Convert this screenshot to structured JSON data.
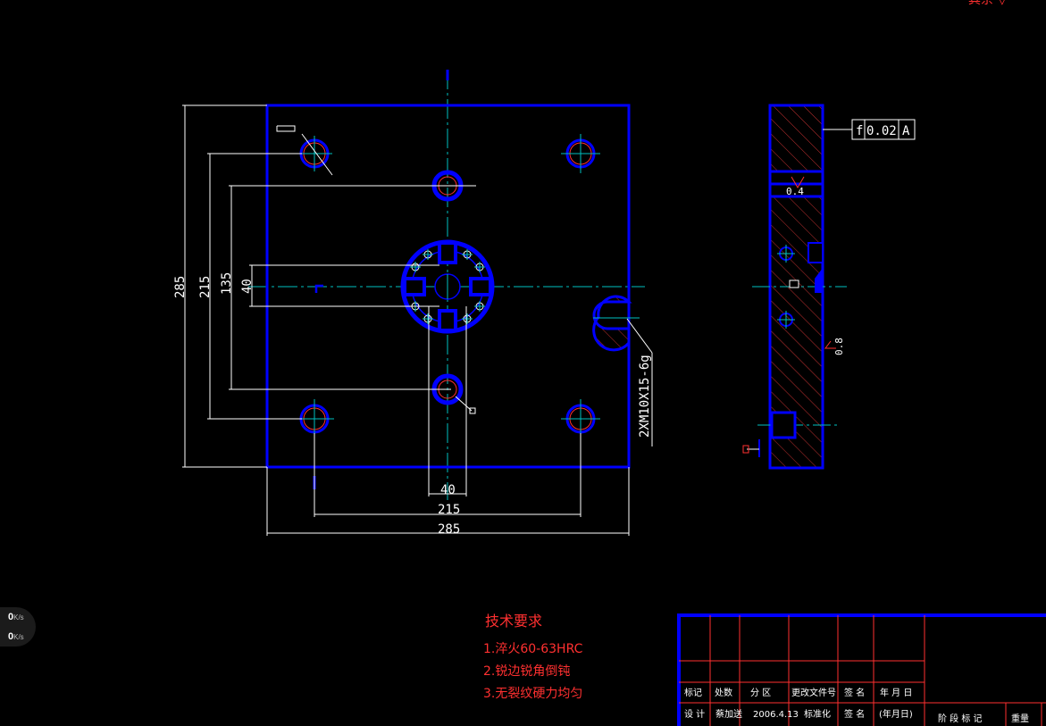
{
  "top_corner_text": "其余 ▽",
  "front_view": {
    "vertical_dims": [
      "285",
      "215",
      "135",
      "40"
    ],
    "horizontal_dims": [
      "40",
      "215",
      "285"
    ],
    "thread_callout": "2XM10X15-6g"
  },
  "side_view": {
    "tolerance_frame": {
      "symbol": "f",
      "value": "0.02",
      "datum": "A"
    },
    "roughness_top": "0.4",
    "roughness_side": "0.8"
  },
  "tech_requirements": {
    "title": "技术要求",
    "items": [
      "1.淬火60-63HRC",
      "2.锐边锐角倒钝",
      "3.无裂纹硬力均匀"
    ]
  },
  "title_block": {
    "row1": [
      "标记",
      "处数",
      "分 区",
      "更改文件号",
      "签 名",
      "年 月 日"
    ],
    "row2": [
      "设 计",
      "蔡加送",
      "2006.4.13",
      "标准化",
      "签 名",
      "(年月日)"
    ],
    "right_labels": [
      "阶 段 标 记",
      "重量"
    ]
  },
  "net_speed": {
    "upload": "0",
    "download": "0",
    "unit": "K/s"
  },
  "colors": {
    "background": "#000000",
    "outline": "#0000ff",
    "centerline": "#00bfbf",
    "dimension": "#ffffff",
    "text_red": "#ff3030",
    "hatch": "#c03030"
  }
}
